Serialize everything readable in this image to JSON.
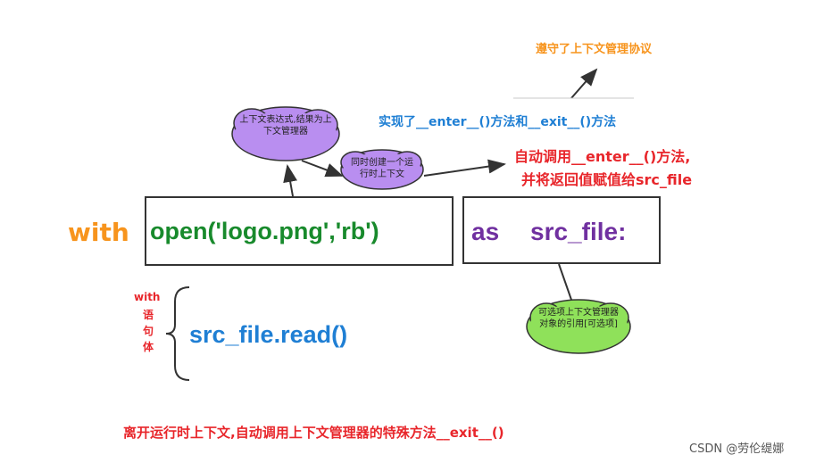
{
  "annotations": {
    "protocol": "遵守了上下文管理协议",
    "implements": "实现了__enter__()方法和__exit__()方法",
    "auto_enter_line1": "自动调用__enter__()方法,",
    "auto_enter_line2": "并将返回值赋值给src_file",
    "exit_note": "离开运行时上下文,自动调用上下文管理器的特殊方法__exit__()"
  },
  "code": {
    "with_keyword": "with",
    "expression": "open('logo.png','rb')",
    "as_keyword": "as",
    "target": "src_file:",
    "body": "src_file.read()"
  },
  "body_label": {
    "line1": "with",
    "line2": "语",
    "line3": "句",
    "line4": "体"
  },
  "clouds": {
    "expression_cloud": "上下文表达式,结果为上下文管理器",
    "runtime_cloud": "同时创建一个运行时上下文",
    "optional_cloud": "可选项上下文管理器对象的引用[可选项]"
  },
  "watermark": "CSDN @劳伦缇娜",
  "colors": {
    "orange": "#f7941d",
    "blue": "#1f7fd4",
    "red": "#e8262b",
    "green": "#188a2c",
    "purple": "#7030a0",
    "cloud_purple": "#b98ef0",
    "cloud_green": "#8fe15a"
  }
}
